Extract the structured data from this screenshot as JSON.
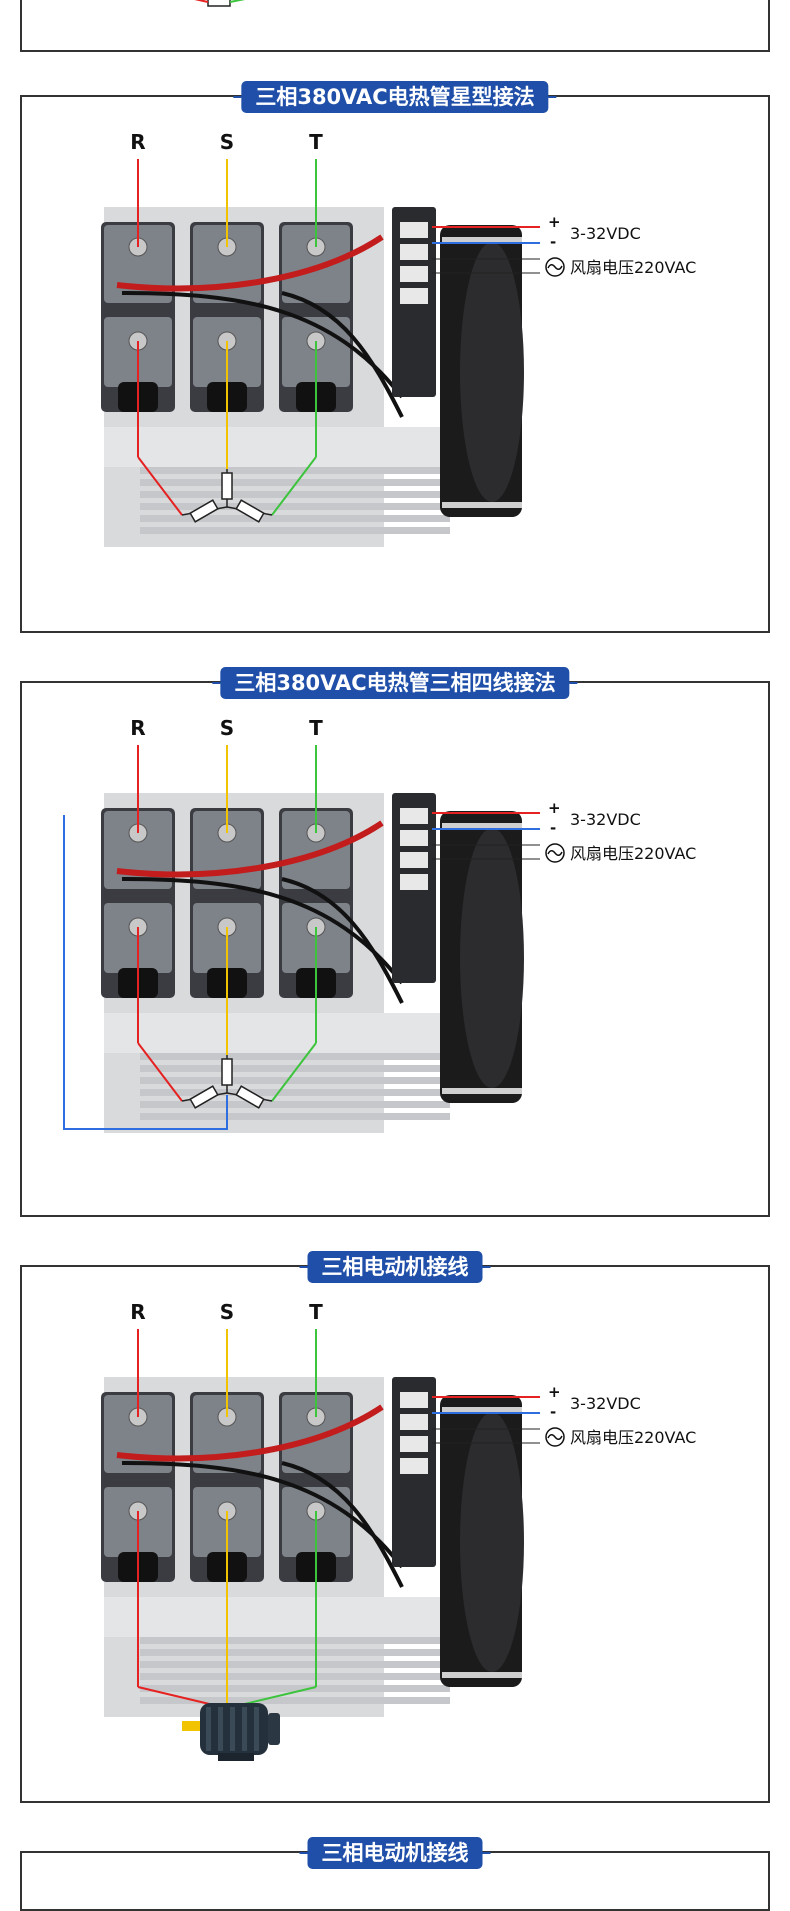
{
  "sections": [
    {
      "title": ""
    },
    {
      "title": "三相380VAC电热管星型接法"
    },
    {
      "title": "三相380VAC电热管三相四线接法"
    },
    {
      "title": "三相电动机接线"
    },
    {
      "title": "三相电动机接线"
    }
  ],
  "phases": [
    "R",
    "S",
    "T"
  ],
  "control": {
    "plus": "+",
    "minus": "-",
    "dc_label": "3-32VDC",
    "fan_label": "风扇电压220VAC"
  },
  "colors": {
    "R": "#e52121",
    "S": "#f2c300",
    "T": "#3cc43c",
    "N": "#2e6ee0",
    "badge": "#1f4fa8"
  }
}
